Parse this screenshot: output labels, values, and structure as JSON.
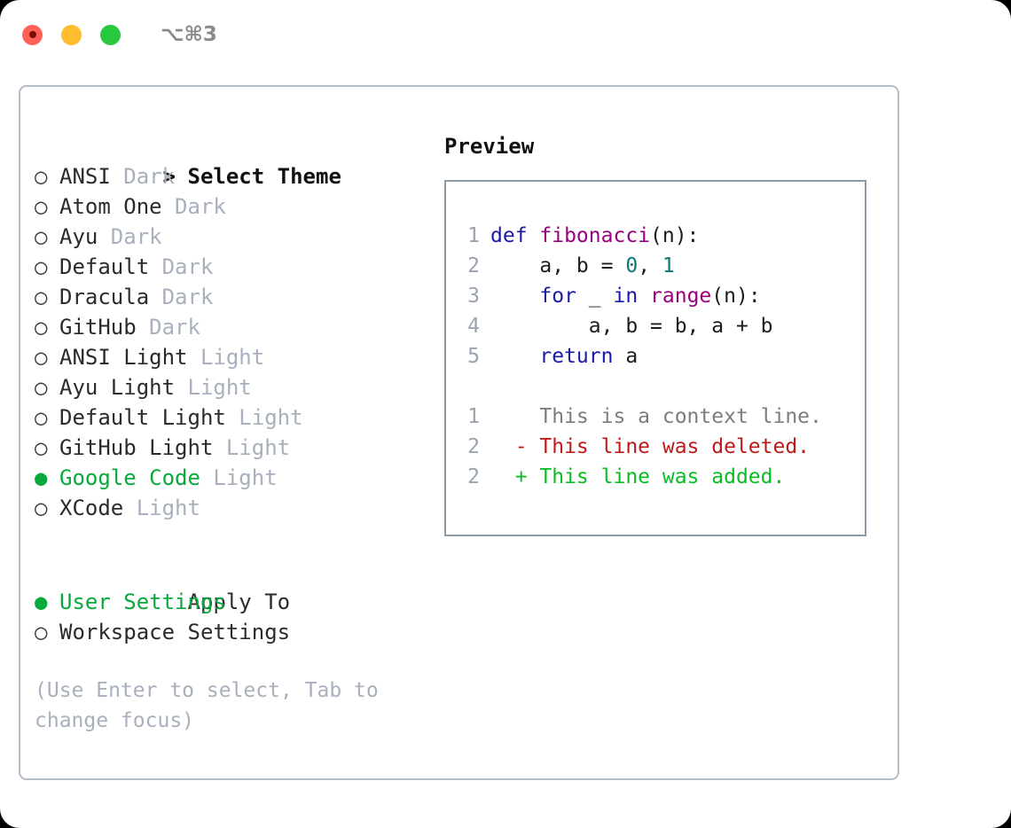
{
  "titlebar": {
    "shortcut_label": "⌥⌘3",
    "buttons": [
      {
        "name": "close",
        "color": "#ff6159"
      },
      {
        "name": "minimize",
        "color": "#ffbd2e"
      },
      {
        "name": "maximize",
        "color": "#28c83f"
      }
    ]
  },
  "colors": {
    "accent_green": "#09a93c",
    "muted": "#a8b0bd",
    "text": "#2b2b2b",
    "panel_border": "#b4bcc8",
    "preview_border": "#8e99a8",
    "keyword": "#1a1aa6",
    "function": "#99007f",
    "number": "#0b7a75",
    "diff_delete": "#c01919",
    "diff_add": "#09bd22",
    "line_number": "#9aa3b0"
  },
  "theme_list": {
    "header": "Select Theme",
    "header_marker": ">",
    "marker_unselected": "○",
    "marker_selected": "●",
    "items": [
      {
        "label": "ANSI",
        "tag": "Dark",
        "selected": false
      },
      {
        "label": "Atom One",
        "tag": "Dark",
        "selected": false
      },
      {
        "label": "Ayu",
        "tag": "Dark",
        "selected": false
      },
      {
        "label": "Default",
        "tag": "Dark",
        "selected": false
      },
      {
        "label": "Dracula",
        "tag": "Dark",
        "selected": false
      },
      {
        "label": "GitHub",
        "tag": "Dark",
        "selected": false
      },
      {
        "label": "ANSI Light",
        "tag": "Light",
        "selected": false
      },
      {
        "label": "Ayu Light",
        "tag": "Light",
        "selected": false
      },
      {
        "label": "Default Light",
        "tag": "Light",
        "selected": false
      },
      {
        "label": "GitHub Light",
        "tag": "Light",
        "selected": false
      },
      {
        "label": "Google Code",
        "tag": "Light",
        "selected": true
      },
      {
        "label": "XCode",
        "tag": "Light",
        "selected": false
      }
    ]
  },
  "apply_to": {
    "header": "Apply To",
    "items": [
      {
        "label": "User Settings",
        "selected": true
      },
      {
        "label": "Workspace Settings",
        "selected": false
      }
    ]
  },
  "hint": "(Use Enter to select, Tab to change focus)",
  "preview": {
    "title": "Preview",
    "code_lines": [
      {
        "n": "1",
        "tokens": [
          {
            "t": "def ",
            "k": "kw"
          },
          {
            "t": "fibonacci",
            "k": "fn"
          },
          {
            "t": "(n):",
            "k": "pl"
          }
        ]
      },
      {
        "n": "2",
        "tokens": [
          {
            "t": "    a, b = ",
            "k": "pl"
          },
          {
            "t": "0",
            "k": "num"
          },
          {
            "t": ", ",
            "k": "pl"
          },
          {
            "t": "1",
            "k": "num"
          }
        ]
      },
      {
        "n": "3",
        "tokens": [
          {
            "t": "    ",
            "k": "pl"
          },
          {
            "t": "for",
            "k": "kw"
          },
          {
            "t": " _ ",
            "k": "pl"
          },
          {
            "t": "in",
            "k": "kw"
          },
          {
            "t": " ",
            "k": "pl"
          },
          {
            "t": "range",
            "k": "fn"
          },
          {
            "t": "(n):",
            "k": "pl"
          }
        ]
      },
      {
        "n": "4",
        "tokens": [
          {
            "t": "        a, b = b, a + b",
            "k": "pl"
          }
        ]
      },
      {
        "n": "5",
        "tokens": [
          {
            "t": "    ",
            "k": "pl"
          },
          {
            "t": "return",
            "k": "kw"
          },
          {
            "t": " a",
            "k": "pl"
          }
        ]
      }
    ],
    "diff_lines": [
      {
        "n": "1",
        "sign": " ",
        "text": " This is a context line.",
        "k": "ctx"
      },
      {
        "n": "2",
        "sign": "-",
        "text": " This line was deleted.",
        "k": "del"
      },
      {
        "n": "2",
        "sign": "+",
        "text": " This line was added.",
        "k": "add"
      }
    ]
  }
}
